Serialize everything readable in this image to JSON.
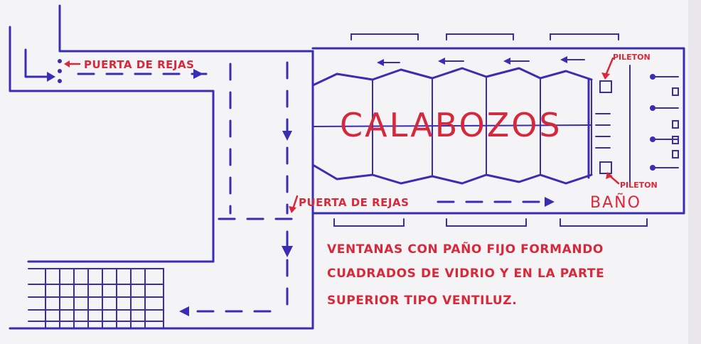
{
  "labels": {
    "puerta_top": "PUERTA DE REJAS",
    "puerta_bottom": "PUERTA DE REJAS",
    "calabozos": "CALABOZOS",
    "bano": "BAÑO",
    "pileton_top": "PILETON",
    "pileton_bottom": "PILETON"
  },
  "note": {
    "line1": "VENTANAS CON PAÑO FIJO FORMANDO",
    "line2": "CUADRADOS DE VIDRIO Y EN LA PARTE",
    "line3": "SUPERIOR TIPO VENTILUZ."
  },
  "colors": {
    "ink_blue": "#3a2db3",
    "ink_red": "#d8283a",
    "paper": "#f4f3f6"
  }
}
